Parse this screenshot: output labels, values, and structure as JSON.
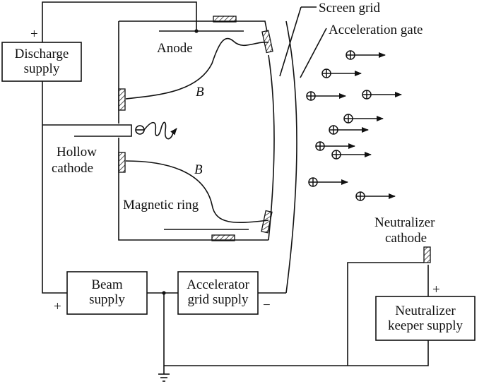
{
  "labels": {
    "screen_grid": "Screen grid",
    "acceleration_gate": "Acceleration gate",
    "anode": "Anode",
    "field_upper": "B",
    "field_lower": "B",
    "hollow_cathode_1": "Hollow",
    "hollow_cathode_2": "cathode",
    "magnetic_ring": "Magnetic ring",
    "neutralizer_cathode_1": "Neutralizer",
    "neutralizer_cathode_2": "cathode"
  },
  "supplies": {
    "discharge": {
      "line1": "Discharge",
      "line2": "supply",
      "plus": "+"
    },
    "beam": {
      "line1": "Beam",
      "line2": "supply",
      "plus": "+"
    },
    "accelerator": {
      "line1": "Accelerator",
      "line2": "grid supply",
      "minus": "−"
    },
    "neutralizer_keeper": {
      "line1": "Neutralizer",
      "line2": "keeper supply",
      "plus": "+"
    }
  },
  "colors": {
    "ink": "#111111",
    "background": "#ffffff"
  }
}
